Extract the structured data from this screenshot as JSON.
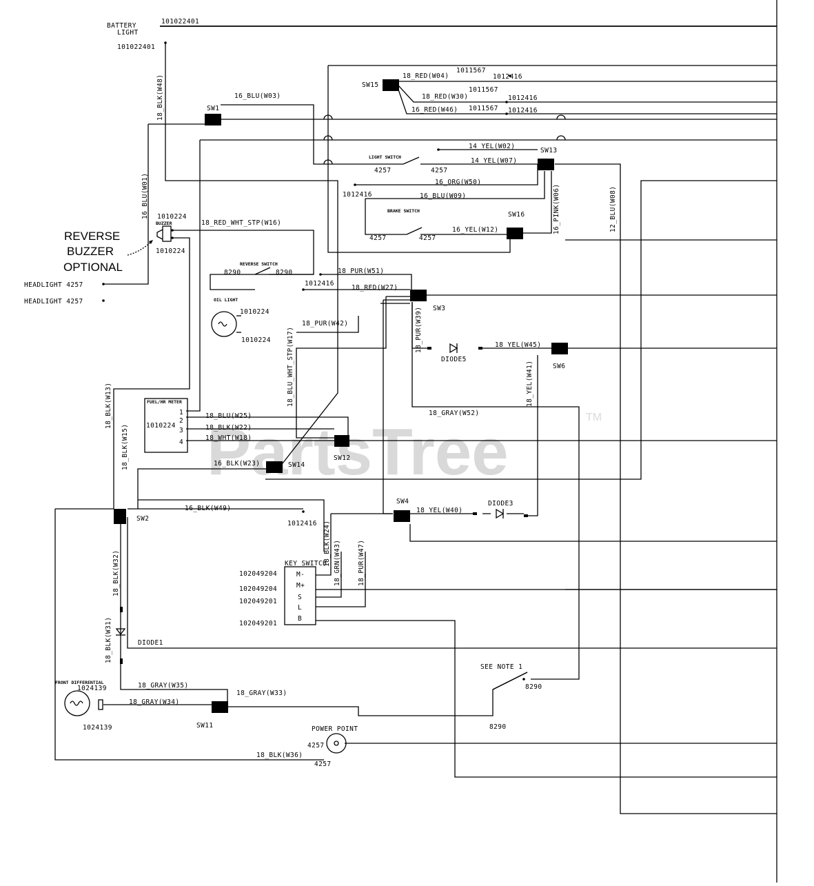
{
  "watermark": {
    "text": "PartsTree",
    "trademark": "TM"
  },
  "labels": {
    "battery_light": "BATTERY",
    "battery_light2": "LIGHT",
    "battery_top_num": "101022401",
    "battery_side_num": "101022401",
    "reverse_buzzer_1": "REVERSE",
    "reverse_buzzer_2": "BUZZER",
    "reverse_buzzer_3": "OPTIONAL",
    "buzzer": "BUZZER",
    "buzzer_num_top": "1010224",
    "buzzer_num_bot": "1010224",
    "headlight_1": "HEADLIGHT 4257",
    "headlight_2": "HEADLIGHT 4257",
    "light_switch": "LIGHT SWITCH",
    "brake_switch": "BRAKE SWITCH",
    "reverse_switch": "REVERSE SWITCH",
    "oil_light": "OIL LIGHT",
    "fuel_hour_meter": "FUEL/HR METER",
    "key_switch": "KEY SWITCH",
    "front_differential": "FRONT DIFFERENTIAL",
    "power_point": "POWER POINT",
    "see_note": "SEE NOTE 1",
    "diode1": "DIODE1",
    "diode3": "DIODE3",
    "diode5": "DIODE5"
  },
  "switches": {
    "sw1": "SW1",
    "sw2": "SW2",
    "sw3": "SW3",
    "sw4": "SW4",
    "sw6": "SW6",
    "sw11": "SW11",
    "sw12": "SW12",
    "sw13": "SW13",
    "sw14": "SW14",
    "sw15": "SW15",
    "sw16": "SW16"
  },
  "wires": {
    "w48": "18_BLK(W48)",
    "w03": "16_BLU(W03)",
    "w01": "16_BLU(W01)",
    "w04": "18_RED(W04)",
    "w30": "18_RED(W30)",
    "w46": "16_RED(W46)",
    "w02": "14_YEL(W02)",
    "w07": "14_YEL(W07)",
    "w50": "16_ORG(W50)",
    "w09": "16_BLU(W09)",
    "w06": "16_PINK(W06)",
    "w08": "12_BLU(W08)",
    "w12": "16_YEL(W12)",
    "w16": "18_RED_WHT_STP(W16)",
    "w51": "18_PUR(W51)",
    "w27": "18_RED(W27)",
    "w42": "18_PUR(W42)",
    "w39": "18_PUR(W39)",
    "w45": "18_YEL(W45)",
    "w41": "18_YEL(W41)",
    "w17": "18_BLU_WHT_STP(W17)",
    "w52": "18_GRAY(W52)",
    "w25": "18_BLU(W25)",
    "w22": "18_BLK(W22)",
    "w18": "18_WHT(W18)",
    "w23": "16_BLK(W23)",
    "w13": "18_BLK(W13)",
    "w15": "18_BLK(W15)",
    "w49": "16_BLK(W49)",
    "w40": "18_YEL(W40)",
    "w24": "18_BLK(W24)",
    "w43": "18_GRN(W43)",
    "w47": "18_PUR(W47)",
    "w32": "18_BLK(W32)",
    "w31": "18_BLK(W31)",
    "w35": "18_GRAY(W35)",
    "w33": "18_GRAY(W33)",
    "w34": "18_GRAY(W34)",
    "w36": "18_BLK(W36)"
  },
  "parts": {
    "p1011567a": "1011567",
    "p1012416a": "1012416",
    "p1011567b": "1011567",
    "p1012416b": "1012416",
    "p1011567c": "1011567",
    "p1012416c": "1012416",
    "ls_l": "4257",
    "ls_r": "4257",
    "p1012416d": "1012416",
    "bs_l": "4257",
    "bs_r": "4257",
    "rs_l": "8290",
    "rs_r": "8290",
    "p1012416e": "1012416",
    "oil_top": "1010224",
    "oil_bot": "1010224",
    "meter_num": "1010224",
    "p1012416f": "1012416",
    "ks_1": "102049204",
    "ks_2": "102049204",
    "ks_3": "102049201",
    "ks_4": "102049201",
    "fd_top": "1024139",
    "fd_bot": "1024139",
    "pp_l": "4257",
    "pp_b": "4257",
    "note_top": "8290",
    "note_bot": "8290"
  },
  "meter_pins": [
    "1",
    "2",
    "3",
    "4"
  ],
  "key_pins": [
    "M-",
    "M+",
    "S",
    "L",
    "B"
  ]
}
